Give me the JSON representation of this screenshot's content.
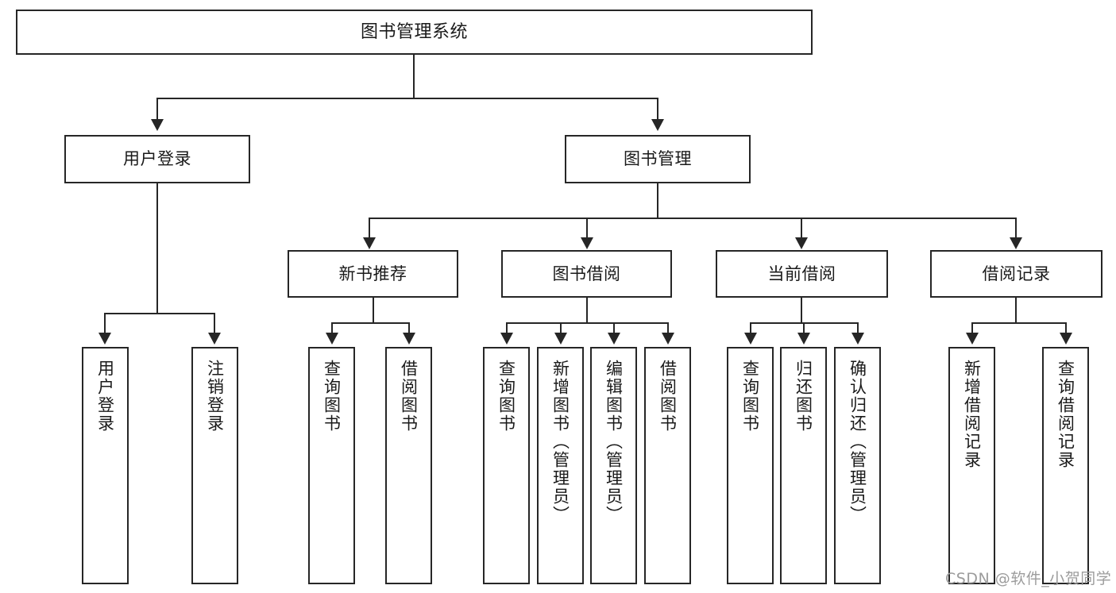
{
  "diagram": {
    "title": "图书管理系统",
    "watermark": "CSDN @软件_小贺同学",
    "colors": {
      "box_border": "#262626",
      "box_fill": "#ffffff",
      "line": "#262626",
      "text": "#1a1a1a",
      "watermark": "#9c9c9c"
    },
    "root": {
      "label": "图书管理系统"
    },
    "level1": [
      {
        "label": "用户登录"
      },
      {
        "label": "图书管理"
      }
    ],
    "level2": [
      {
        "label": "新书推荐"
      },
      {
        "label": "图书借阅"
      },
      {
        "label": "当前借阅"
      },
      {
        "label": "借阅记录"
      }
    ],
    "leaves": {
      "user_login": [
        {
          "label": "用户登录"
        },
        {
          "label": "注销登录"
        }
      ],
      "new_book": [
        {
          "label": "查询图书"
        },
        {
          "label": "借阅图书"
        }
      ],
      "book_borrow": [
        {
          "label": "查询图书"
        },
        {
          "label": "新增图书（管理员）"
        },
        {
          "label": "编辑图书（管理员）"
        },
        {
          "label": "借阅图书"
        }
      ],
      "current_borrow": [
        {
          "label": "查询图书"
        },
        {
          "label": "归还图书"
        },
        {
          "label": "确认归还（管理员）"
        }
      ],
      "borrow_record": [
        {
          "label": "新增借阅记录"
        },
        {
          "label": "查询借阅记录"
        }
      ]
    }
  }
}
